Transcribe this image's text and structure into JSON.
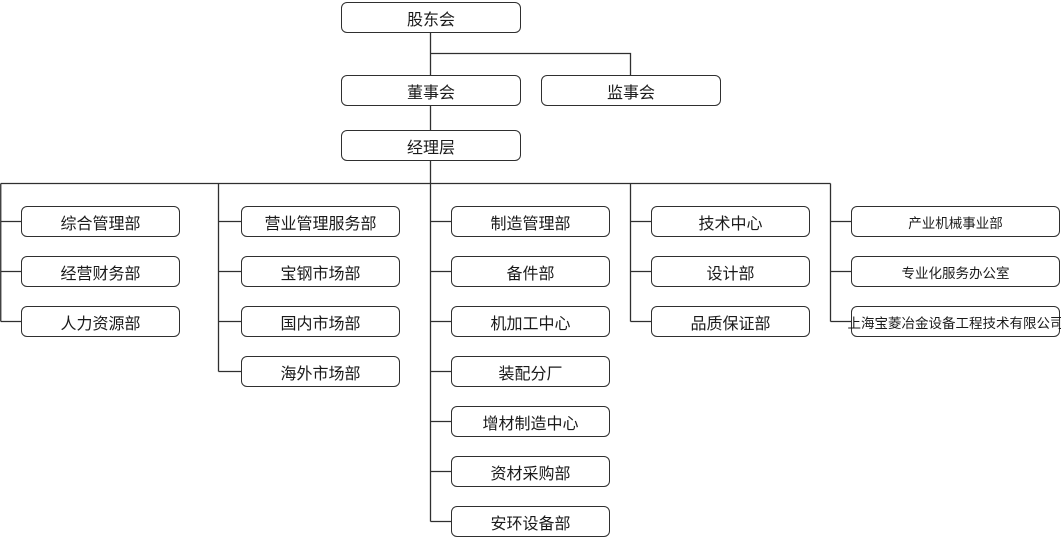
{
  "org_chart": {
    "governance": {
      "shareholders": "股东会",
      "board": "董事会",
      "supervisory": "监事会",
      "management": "经理层"
    },
    "columns": [
      {
        "items": [
          "综合管理部",
          "经营财务部",
          "人力资源部"
        ]
      },
      {
        "items": [
          "营业管理服务部",
          "宝钢市场部",
          "国内市场部",
          "海外市场部"
        ]
      },
      {
        "items": [
          "制造管理部",
          "备件部",
          "机加工中心",
          "装配分厂",
          "增材制造中心",
          "资材采购部",
          "安环设备部"
        ]
      },
      {
        "items": [
          "技术中心",
          "设计部",
          "品质保证部"
        ]
      },
      {
        "items": [
          "产业机械事业部",
          "专业化服务办公室",
          "上海宝菱冶金设备工程技术有限公司"
        ]
      }
    ],
    "colors": {
      "node_border": "#2f2f2f",
      "node_fill": "#ffffff",
      "text": "#1a1a1a",
      "connector": "#2f2f2f"
    }
  }
}
